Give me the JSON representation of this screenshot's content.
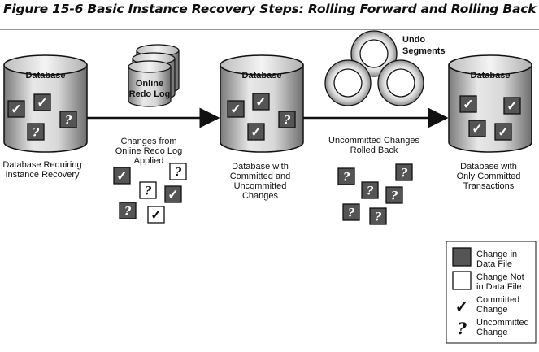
{
  "title": "Figure 15-6 Basic Instance Recovery Steps: Rolling Forward and Rolling Back",
  "databases": [
    {
      "label": "Database",
      "caption": [
        "Database Requiring",
        "Instance Recovery"
      ]
    },
    {
      "label": "Database",
      "caption": [
        "Database with",
        "Committed and",
        "Uncommitted",
        "Changes"
      ]
    },
    {
      "label": "Database",
      "caption": [
        "Database with",
        "Only Committed",
        "Transactions"
      ]
    }
  ],
  "redo_log": {
    "label": [
      "Online",
      "Redo Log"
    ]
  },
  "undo": {
    "label": [
      "Undo",
      "Segments"
    ]
  },
  "steps": {
    "apply": [
      "Changes from",
      "Online Redo Log",
      "Applied"
    ],
    "rollback": [
      "Uncommitted Changes",
      "Rolled Back"
    ]
  },
  "legend": {
    "changed": [
      "Change in",
      "Data File"
    ],
    "not_changed": [
      "Change Not",
      "in Data File"
    ],
    "committed": [
      "Committed",
      "Change"
    ],
    "uncommitted": [
      "Uncommitted",
      "Change"
    ]
  },
  "symbols": {
    "check": "✓",
    "question": "?"
  },
  "colors": {
    "dark_box": "#555555",
    "cylinder_light": "#e6e6e6",
    "cylinder_dark": "#8c8c8c"
  }
}
